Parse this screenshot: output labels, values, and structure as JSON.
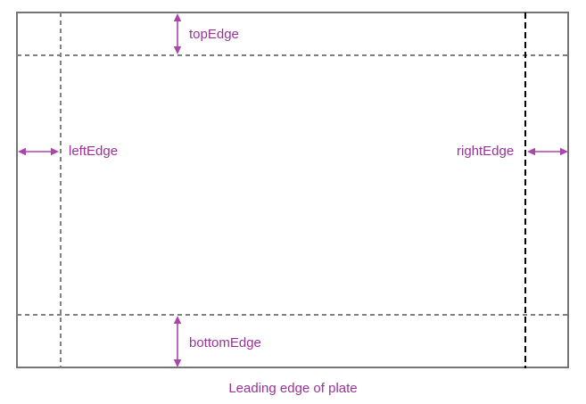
{
  "diagram": {
    "caption": "Leading edge of plate",
    "labels": {
      "top_edge": "topEdge",
      "left_edge": "leftEdge",
      "right_edge": "rightEdge",
      "bottom_edge": "bottomEdge"
    },
    "colors": {
      "annotation_text": "#993399",
      "arrow": "#aa46aa",
      "plate_border": "#757575",
      "dash_gray": "#808080",
      "dash_black": "#000000",
      "background": "#ffffff"
    }
  }
}
